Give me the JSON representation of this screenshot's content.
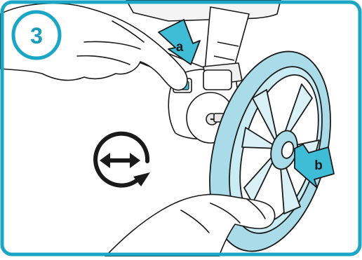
{
  "step": {
    "number": "3"
  },
  "callouts": {
    "a": "a",
    "b": "b"
  },
  "symbols": {
    "direction_icon": "double-arrow-rotate-icon"
  },
  "colors": {
    "frame": "#1aa6c4",
    "callout_fill": "#3fbcd6",
    "wheel_fill": "#a9dce8",
    "step_text": "#1a9cbb",
    "line": "#1a1a1a"
  }
}
